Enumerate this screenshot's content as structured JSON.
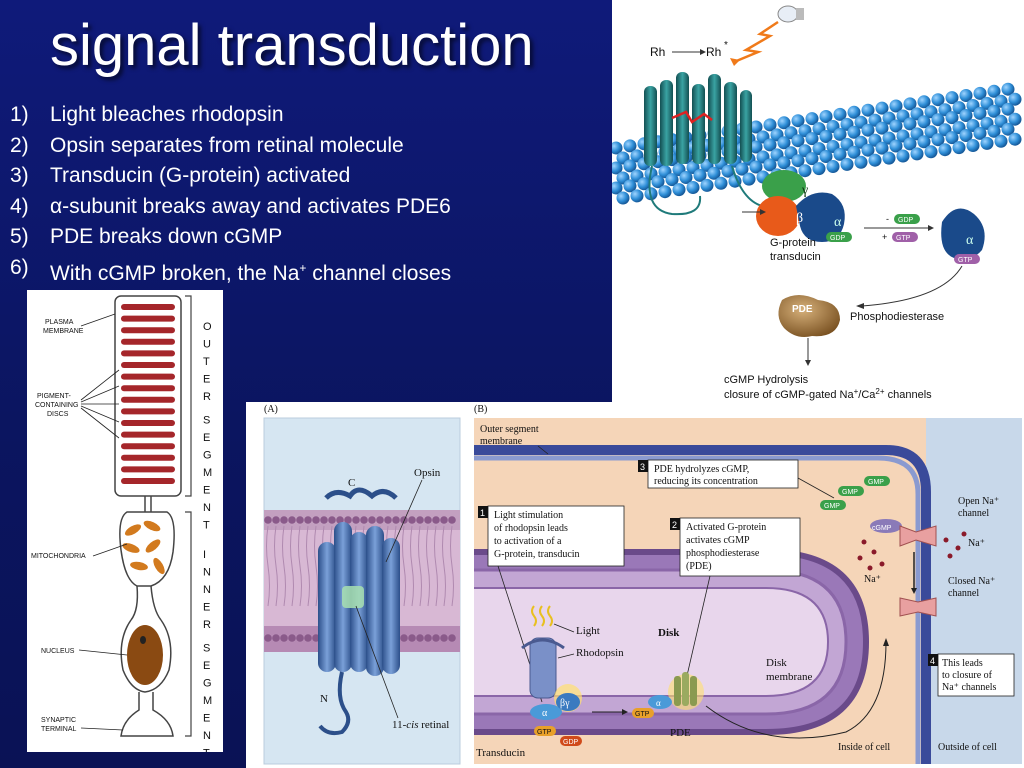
{
  "slide": {
    "title": "signal transduction",
    "steps": [
      {
        "num": "1)",
        "text": "Light bleaches rhodopsin"
      },
      {
        "num": "2)",
        "text": "Opsin separates from retinal molecule"
      },
      {
        "num": "3)",
        "text": "Transducin (G-protein) activated"
      },
      {
        "num": "4)",
        "text": "α-subunit breaks away and activates PDE6"
      },
      {
        "num": "5)",
        "text": "PDE breaks down cGMP"
      },
      {
        "num": "6)",
        "text": "With cGMP broken, the Na",
        "sup": "+",
        "tail": " channel closes"
      }
    ]
  },
  "rod_cell": {
    "plasma_membrane": "PLASMA MEMBRANE",
    "plasma_membrane_l1": "PLASMA",
    "plasma_membrane_l2": "MEMBRANE",
    "pigment_l1": "PIGMENT-",
    "pigment_l2": "CONTAINING",
    "pigment_l3": "DISCS",
    "mitochondria": "MITOCHONDRIA",
    "nucleus": "NUCLEUS",
    "synaptic_l1": "SYNAPTIC",
    "synaptic_l2": "TERMINAL",
    "outer_segment_letters": "O U T E R  S E G M E N T",
    "inner_segment_letters": "I N N E R  S E G M E N T"
  },
  "cascade": {
    "rh": "Rh",
    "rh_star": "Rh",
    "star": "*",
    "gamma": "γ",
    "beta": "β",
    "alpha": "α",
    "gdp": "GDP",
    "gtp": "GTP",
    "minus_gdp": "-",
    "plus_gtp": "+",
    "gprotein_l1": "G-protein",
    "gprotein_l2": "transducin",
    "pde": "PDE",
    "phosphodiesterase": "Phosphodiesterase",
    "hydrolysis_l1": "cGMP Hydrolysis",
    "hydrolysis_l2_a": "closure of cGMP-gated Na",
    "hydrolysis_l2_sup1": "+",
    "hydrolysis_l2_b": "/Ca",
    "hydrolysis_l2_sup2": "2+",
    "hydrolysis_l2_c": " channels"
  },
  "figure_a": {
    "label": "(A)",
    "c": "C",
    "n": "N",
    "opsin": "Opsin",
    "retinal_num": "11-",
    "retinal_cis": "cis",
    "retinal_word": " retinal"
  },
  "figure_b": {
    "label": "(B)",
    "outer_l1": "Outer segment",
    "outer_l2": "membrane",
    "box1_num": "1",
    "box1_lines": [
      "Light stimulation",
      "of rhodopsin leads",
      "to activation of a",
      "G-protein, transducin"
    ],
    "box2_num": "2",
    "box2_lines": [
      "Activated G-protein",
      "activates cGMP",
      "phosphodiesterase",
      "(PDE)"
    ],
    "box3_num": "3",
    "box3_lines": [
      "PDE hydrolyzes cGMP,",
      "reducing its concentration"
    ],
    "box4_num": "4",
    "box4_lines": [
      "This leads",
      "to closure of",
      "Na⁺ channels"
    ],
    "light": "Light",
    "rhodopsin": "Rhodopsin",
    "disk": "Disk",
    "disk_membrane_l1": "Disk",
    "disk_membrane_l2": "membrane",
    "transducin": "Transducin",
    "pde": "PDE",
    "gtp": "GTP",
    "gdp": "GDP",
    "gmp": "GMP",
    "cgmp": "cGMP",
    "alpha": "α",
    "beta_gamma": "βγ",
    "open_na_l1": "Open Na⁺",
    "open_na_l2": "channel",
    "na_plus": "Na⁺",
    "closed_na_l1": "Closed Na⁺",
    "closed_na_l2": "channel",
    "inside": "Inside of cell",
    "outside": "Outside of cell"
  },
  "colors": {
    "background": "#0b1560",
    "membrane_blue": "#2f8fd8",
    "transmembrane_teal": "#1f7a7a",
    "disk_purple": "#8a66a8",
    "cell_peach": "#f5d5b8",
    "gtp_orange": "#e8a02a",
    "gmp_green": "#3aa04a"
  }
}
